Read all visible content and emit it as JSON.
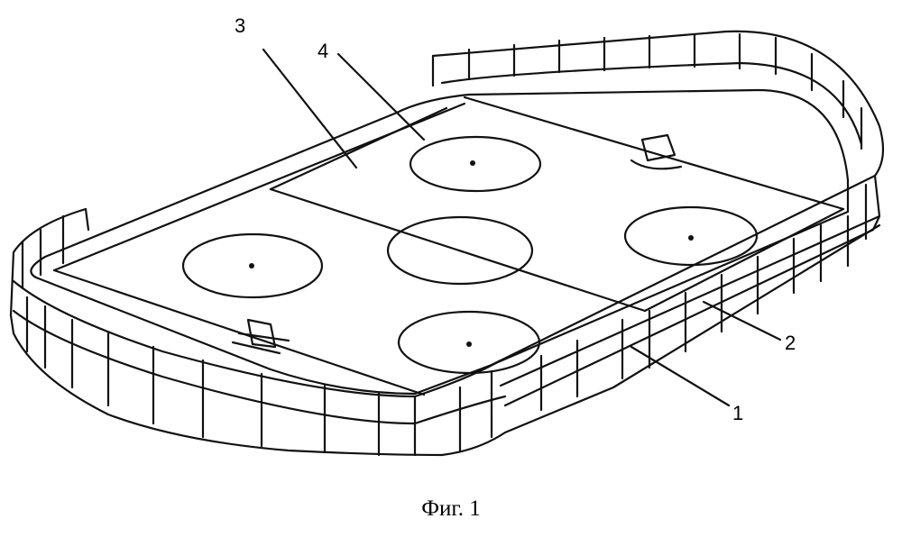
{
  "labels": {
    "l1": "1",
    "l2": "2",
    "l3": "3",
    "l4": "4"
  },
  "caption": "Фиг. 1",
  "colors": {
    "stroke": "#111111",
    "background": "#ffffff"
  }
}
